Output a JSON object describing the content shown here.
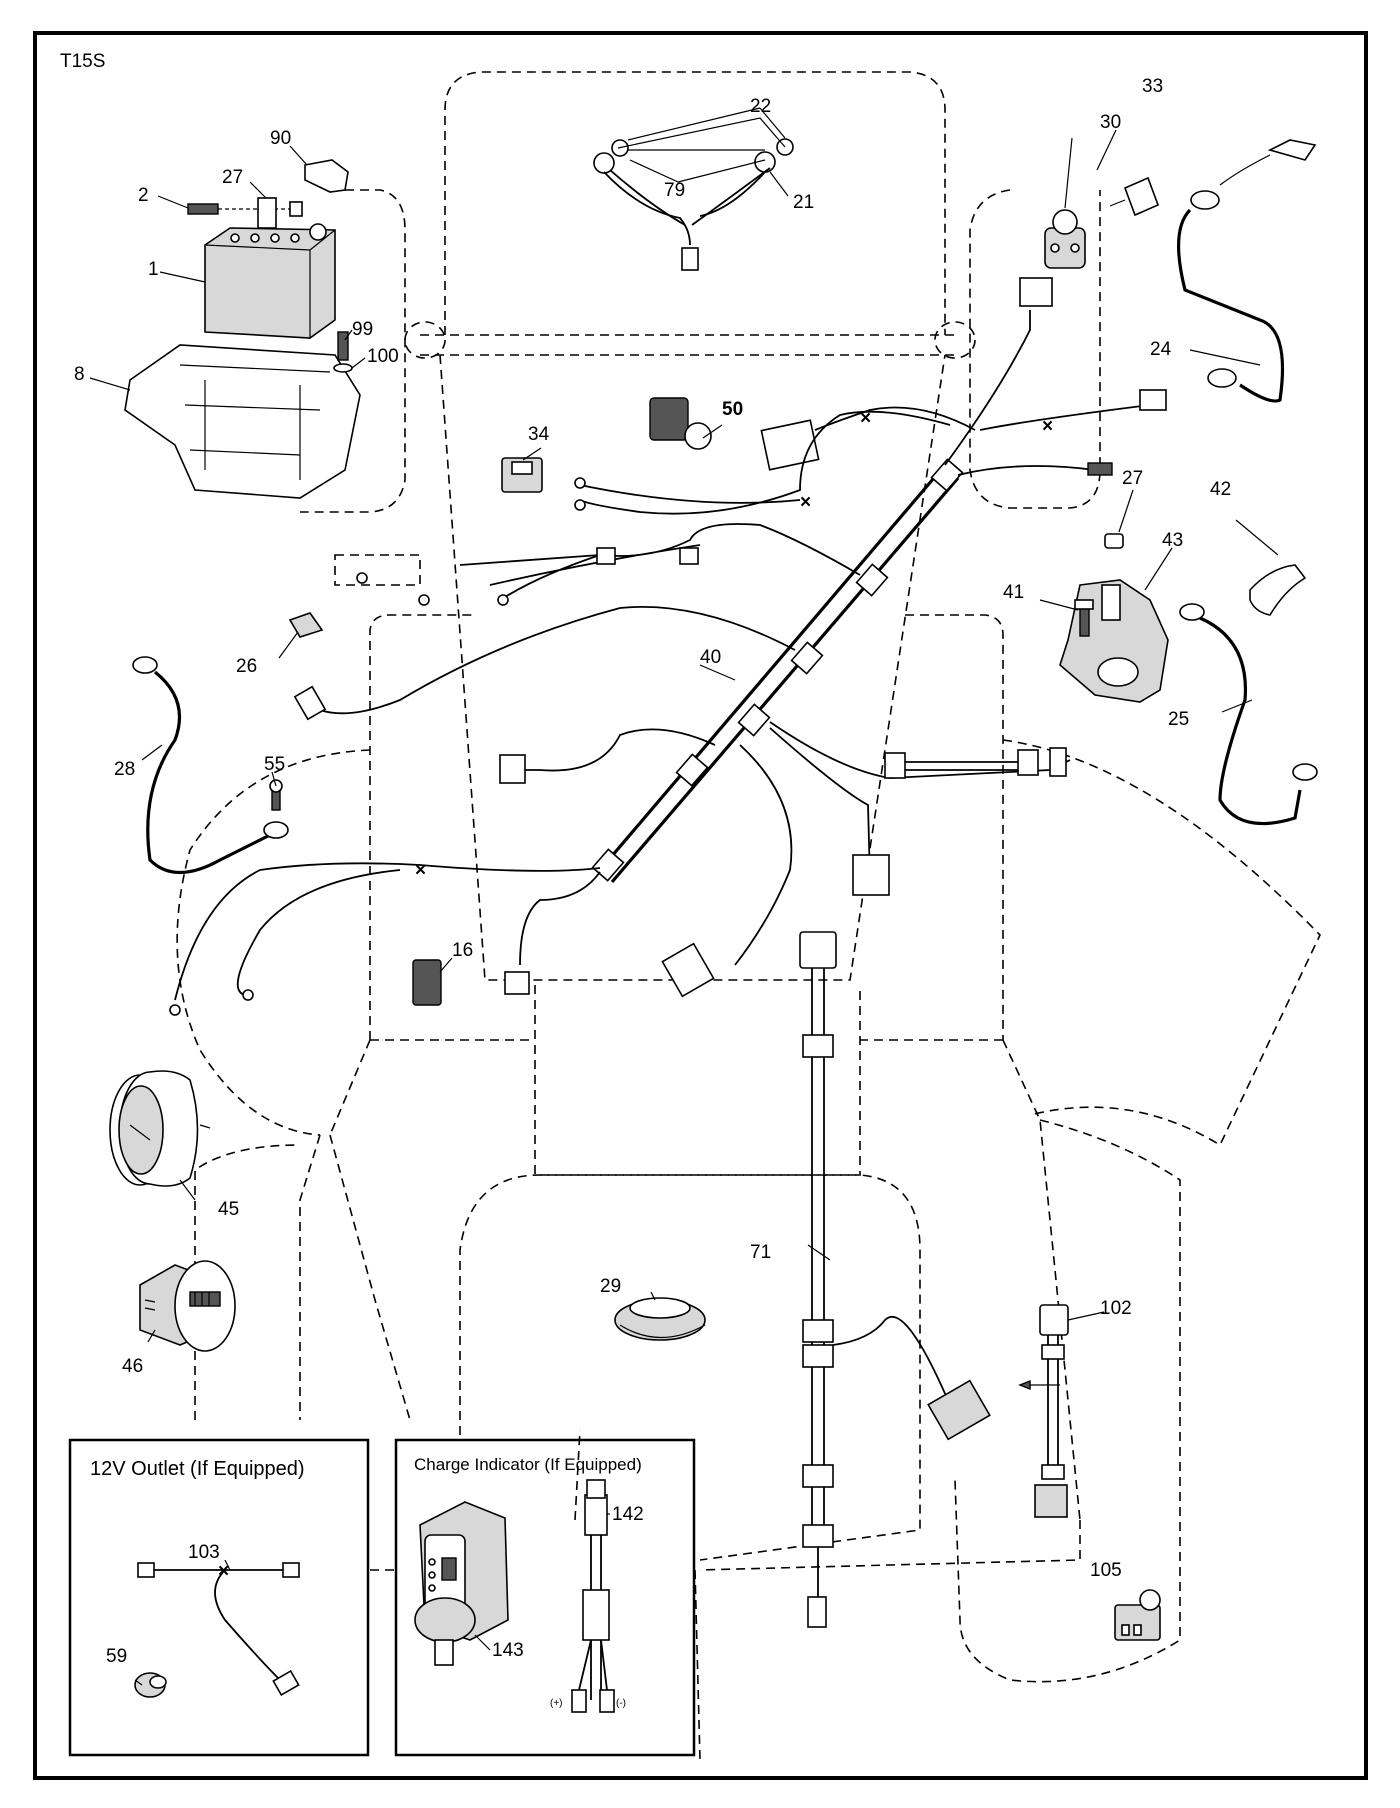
{
  "diagram_code": "T15S",
  "labels": {
    "p1": "1",
    "p2": "2",
    "p8": "8",
    "p16": "16",
    "p21": "21",
    "p22": "22",
    "p24": "24",
    "p25": "25",
    "p26": "26",
    "p27a": "27",
    "p27b": "27",
    "p28": "28",
    "p29": "29",
    "p30": "30",
    "p33": "33",
    "p34": "34",
    "p40": "40",
    "p41": "41",
    "p42": "42",
    "p43": "43",
    "p45": "45",
    "p46": "46",
    "p50": "50",
    "p55": "55",
    "p59": "59",
    "p71": "71",
    "p79": "79",
    "p90": "90",
    "p99": "99",
    "p100": "100",
    "p102": "102",
    "p103": "103",
    "p105": "105",
    "p142": "142",
    "p143": "143"
  },
  "boxes": {
    "outlet_title": "12V Outlet  (If Equipped)",
    "charge_title": "Charge Indicator (If Equipped)",
    "plus": "(+)",
    "minus": "(-)"
  }
}
